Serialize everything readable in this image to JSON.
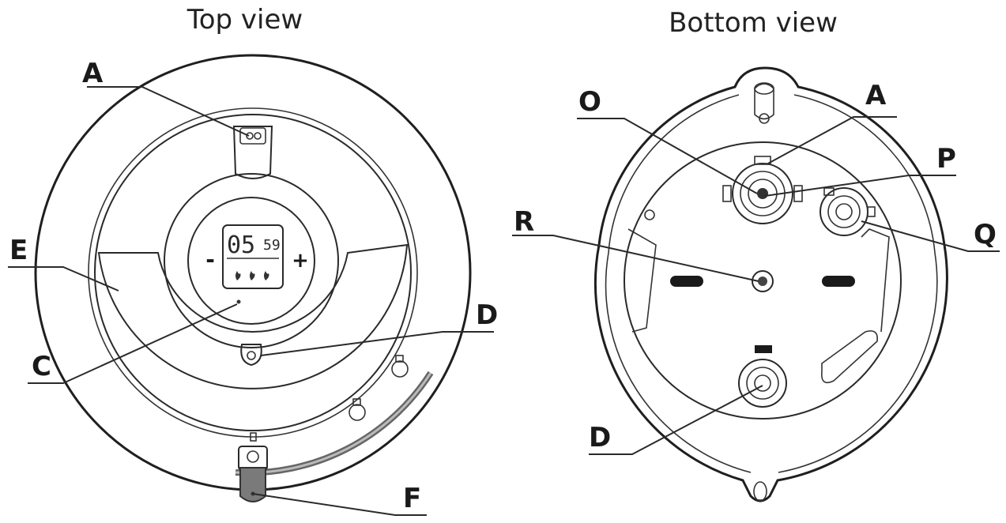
{
  "views": {
    "top": {
      "title": "Top view",
      "labels": {
        "a": "A",
        "e": "E",
        "c": "C",
        "d": "D",
        "f": "F"
      },
      "display": {
        "time_big": "05",
        "time_small": "59",
        "minus": "-",
        "plus": "+"
      }
    },
    "bottom": {
      "title": "Bottom view",
      "labels": {
        "o": "O",
        "a": "A",
        "p": "P",
        "r": "R",
        "q": "Q",
        "d": "D"
      }
    }
  },
  "colors": {
    "ink": "#1f1f1f",
    "handle": "#777777",
    "line": "#2a2a2a"
  }
}
